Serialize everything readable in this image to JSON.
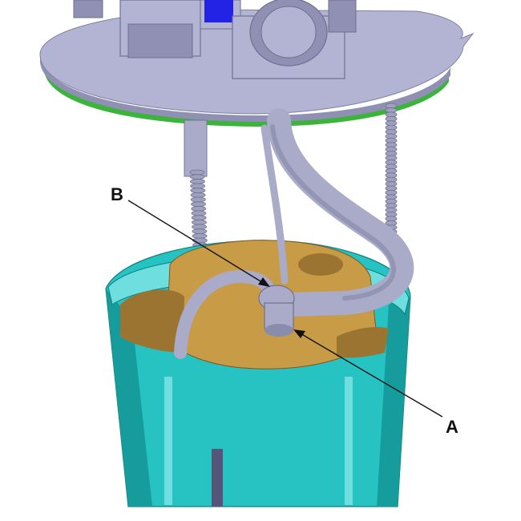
{
  "callouts": [
    {
      "id": "B",
      "label": "B"
    },
    {
      "id": "A",
      "label": "A"
    }
  ],
  "colors": {
    "flange_top": "#b3b4d3",
    "flange_side": "#8f90b3",
    "flange_gasket": "#3cb43c",
    "connector_blue": "#2323e6",
    "hose": "#a9abc9",
    "hose_dark": "#8a8cab",
    "spring": "#9fa0bd",
    "reservoir": "#27c3c3",
    "reservoir_dark": "#169c9c",
    "reservoir_light": "#6fdede",
    "filter_cap": "#c89b46",
    "filter_cap_dark": "#9c7432",
    "leader_line": "#111111"
  }
}
